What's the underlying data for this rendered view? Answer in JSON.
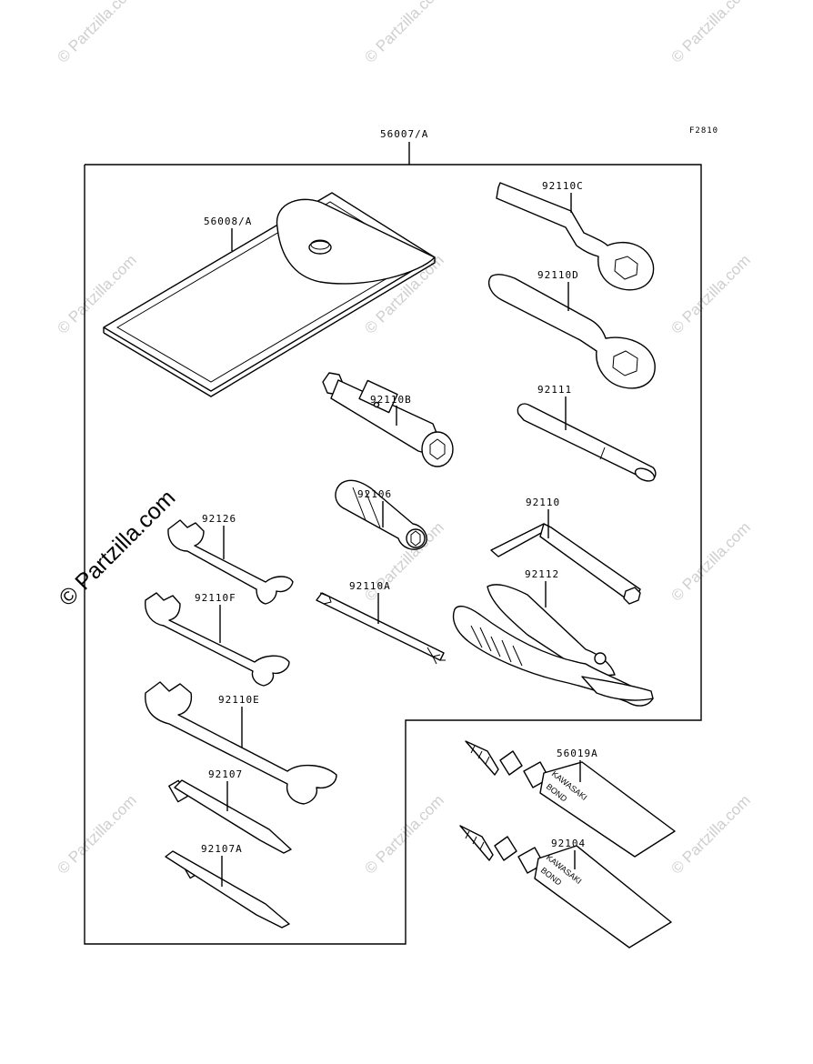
{
  "figure_code": "F2810",
  "kit": {
    "part_no": "56007/A"
  },
  "parts": {
    "p56008A": "56008/A",
    "p92110C": "92110C",
    "p92110D": "92110D",
    "p92110B": "92110B",
    "p92111": "92111",
    "p92106": "92106",
    "p92110": "92110",
    "p92126": "92126",
    "p92112": "92112",
    "p92110A": "92110A",
    "p92110F": "92110F",
    "p92110E": "92110E",
    "p92107": "92107",
    "p92107A": "92107A",
    "p56019A": "56019A",
    "p92104": "92104"
  },
  "tube_print": {
    "brand": "KAWASAKI",
    "product": "BOND"
  },
  "watermark": {
    "text": "© Partzilla.com"
  },
  "colors": {
    "line": "#000000",
    "watermark": "#cfcfcf",
    "background": "#ffffff"
  }
}
